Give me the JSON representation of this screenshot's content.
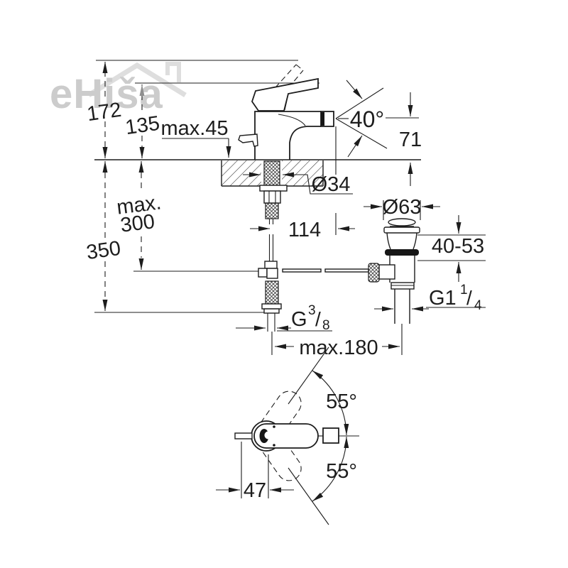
{
  "watermark": {
    "text": "eHiša"
  },
  "dims": {
    "open_height": "172",
    "closed_height": "135",
    "deck_thickness": "max.45",
    "spray_angle": "40°",
    "spout_height": "71",
    "hole_dia": "Ø34",
    "rod_max_line1": "max.",
    "rod_max_line2": "300",
    "hose_drop": "350",
    "projection": "114",
    "waste_dia": "Ø63",
    "waste_range": "40-53",
    "reach": "max.180",
    "swivel_up": "55°",
    "swivel_down": "55°",
    "handle_width": "47",
    "waste_thread": {
      "base": "G1",
      "sup": "1",
      "slash": "/",
      "sub": "4"
    },
    "supply_thread": {
      "base": "G",
      "sup": "3",
      "slash": "/",
      "sub": "8"
    }
  }
}
